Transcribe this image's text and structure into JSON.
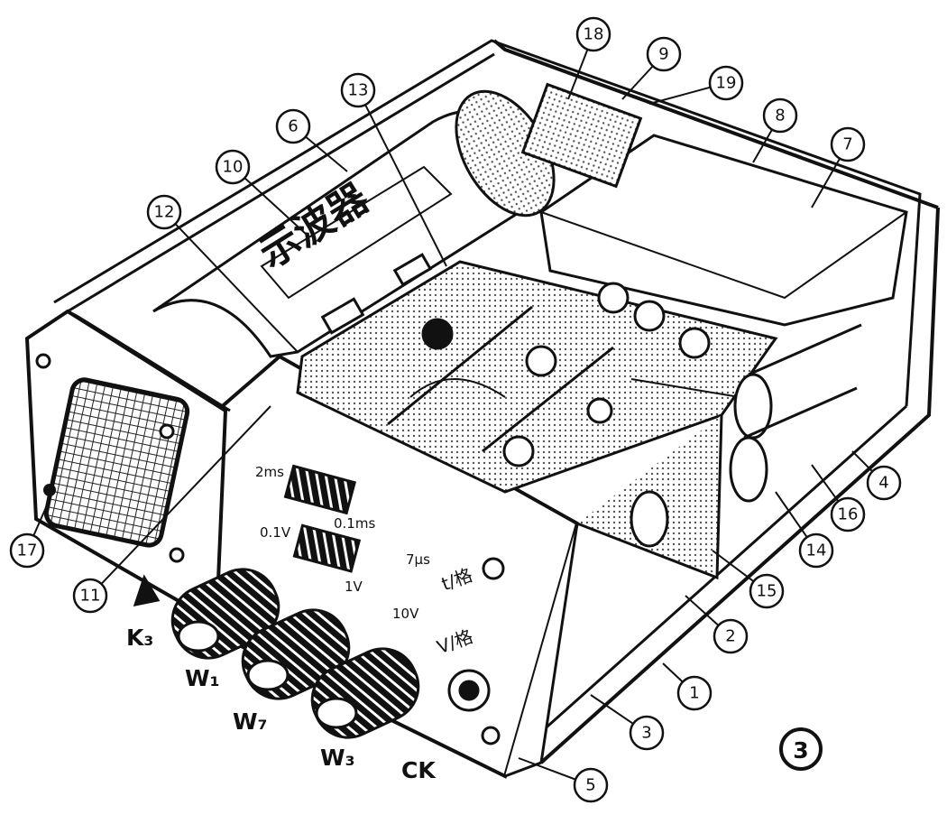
{
  "callouts": [
    {
      "id": "c1",
      "text": "1"
    },
    {
      "id": "c2",
      "text": "2"
    },
    {
      "id": "c3",
      "text": "3"
    },
    {
      "id": "c4",
      "text": "4"
    },
    {
      "id": "c5",
      "text": "5"
    },
    {
      "id": "c6",
      "text": "6"
    },
    {
      "id": "c7",
      "text": "7"
    },
    {
      "id": "c8",
      "text": "8"
    },
    {
      "id": "c9",
      "text": "9"
    },
    {
      "id": "c10",
      "text": "10"
    },
    {
      "id": "c11",
      "text": "11"
    },
    {
      "id": "c12",
      "text": "12"
    },
    {
      "id": "c13",
      "text": "13"
    },
    {
      "id": "c14",
      "text": "14"
    },
    {
      "id": "c15",
      "text": "15"
    },
    {
      "id": "c16",
      "text": "16"
    },
    {
      "id": "c17",
      "text": "17"
    },
    {
      "id": "c18",
      "text": "18"
    },
    {
      "id": "c19",
      "text": "19"
    }
  ],
  "figure_number": "3",
  "tube_label": "示波器",
  "panel": {
    "time_2ms": "2ms",
    "time_01ms": "0.1ms",
    "time_7us": "7μs",
    "volt_01v": "0.1V",
    "volt_1v": "1V",
    "volt_10v": "10V",
    "t_axis": "t/格",
    "v_axis": "V/格"
  },
  "knobs": {
    "k3": "K₃",
    "w1": "W₁",
    "w7": "W₇",
    "w3": "W₃",
    "ck": "CK"
  }
}
